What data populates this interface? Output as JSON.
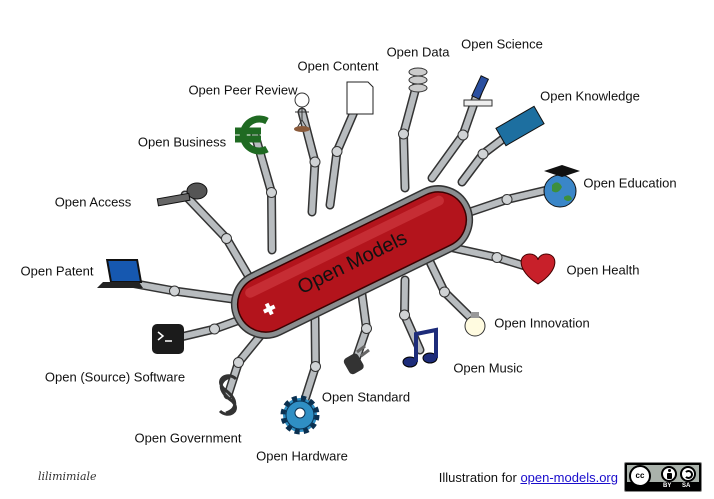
{
  "title": "Open Models",
  "tools": [
    {
      "key": "data",
      "label": "Open Data",
      "icon": "database-icon"
    },
    {
      "key": "science",
      "label": "Open Science",
      "icon": "microscope-icon"
    },
    {
      "key": "content",
      "label": "Open Content",
      "icon": "document-icon"
    },
    {
      "key": "peer",
      "label": "Open Peer Review",
      "icon": "reviewer-figure-icon"
    },
    {
      "key": "knowledge",
      "label": "Open Knowledge",
      "icon": "book-icon"
    },
    {
      "key": "business",
      "label": "Open Business",
      "icon": "euro-icon"
    },
    {
      "key": "education",
      "label": "Open Education",
      "icon": "globe-graduation-cap-icon"
    },
    {
      "key": "access",
      "label": "Open Access",
      "icon": "key-icon"
    },
    {
      "key": "patent",
      "label": "Open Patent",
      "icon": "laptop-icon"
    },
    {
      "key": "health",
      "label": "Open Health",
      "icon": "heart-icon"
    },
    {
      "key": "innovation",
      "label": "Open Innovation",
      "icon": "lightbulb-icon"
    },
    {
      "key": "software",
      "label": "Open (Source) Software",
      "icon": "terminal-icon"
    },
    {
      "key": "music",
      "label": "Open Music",
      "icon": "music-note-icon"
    },
    {
      "key": "standard",
      "label": "Open Standard",
      "icon": "plug-icon"
    },
    {
      "key": "government",
      "label": "Open Government",
      "icon": "section-sign-icon"
    },
    {
      "key": "hardware",
      "label": "Open Hardware",
      "icon": "gear-icon"
    }
  ],
  "signature": "lilimimiale",
  "credit": {
    "prefix": "Illustration for ",
    "link": "open-models.org"
  },
  "license": {
    "cc": "cc",
    "by": "BY",
    "sa": "SA"
  },
  "colors": {
    "knife": "#b3141c",
    "metal": "#b8bcbf"
  }
}
